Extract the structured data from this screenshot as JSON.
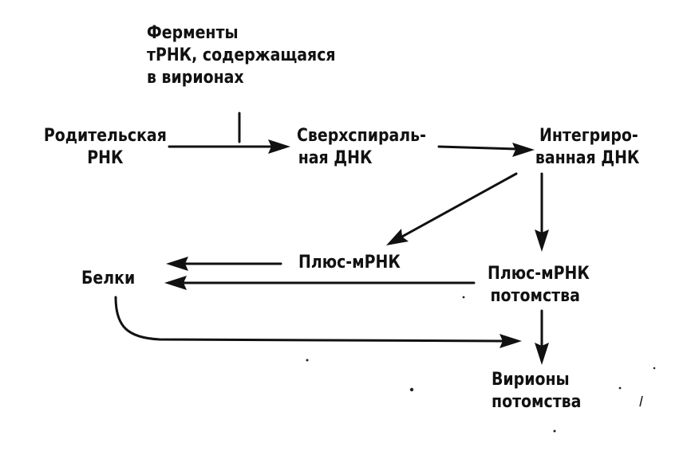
{
  "diagram": {
    "nodes": {
      "enzymes": {
        "lines": [
          "Ферменты",
          "тРНК, содержащаяся",
          "в вирионах"
        ]
      },
      "parent_rna": {
        "lines": [
          "Родительская",
          "РНК"
        ]
      },
      "supercoiled_dna": {
        "lines": [
          "Сверхспираль-",
          "ная ДНК"
        ]
      },
      "integrated_dna": {
        "lines": [
          "Интегриро-",
          "ванная ДНК"
        ]
      },
      "plus_mrna": {
        "lines": [
          "Плюс-мРНК"
        ]
      },
      "proteins": {
        "lines": [
          "Белки"
        ]
      },
      "progeny_plus_mrna": {
        "lines": [
          "Плюс-мРНК",
          "потомства"
        ]
      },
      "progeny_virions": {
        "lines": [
          "Вирионы",
          "потомства"
        ]
      }
    },
    "edges": [
      {
        "from": "parent_rna",
        "to": "supercoiled_dna"
      },
      {
        "from": "supercoiled_dna",
        "to": "integrated_dna"
      },
      {
        "from": "integrated_dna",
        "to": "plus_mrna"
      },
      {
        "from": "integrated_dna",
        "to": "progeny_plus_mrna"
      },
      {
        "from": "plus_mrna",
        "to": "proteins"
      },
      {
        "from": "progeny_plus_mrna",
        "to": "proteins"
      },
      {
        "from": "progeny_plus_mrna",
        "to": "progeny_virions"
      },
      {
        "from": "proteins",
        "to": "progeny_virions"
      }
    ]
  }
}
